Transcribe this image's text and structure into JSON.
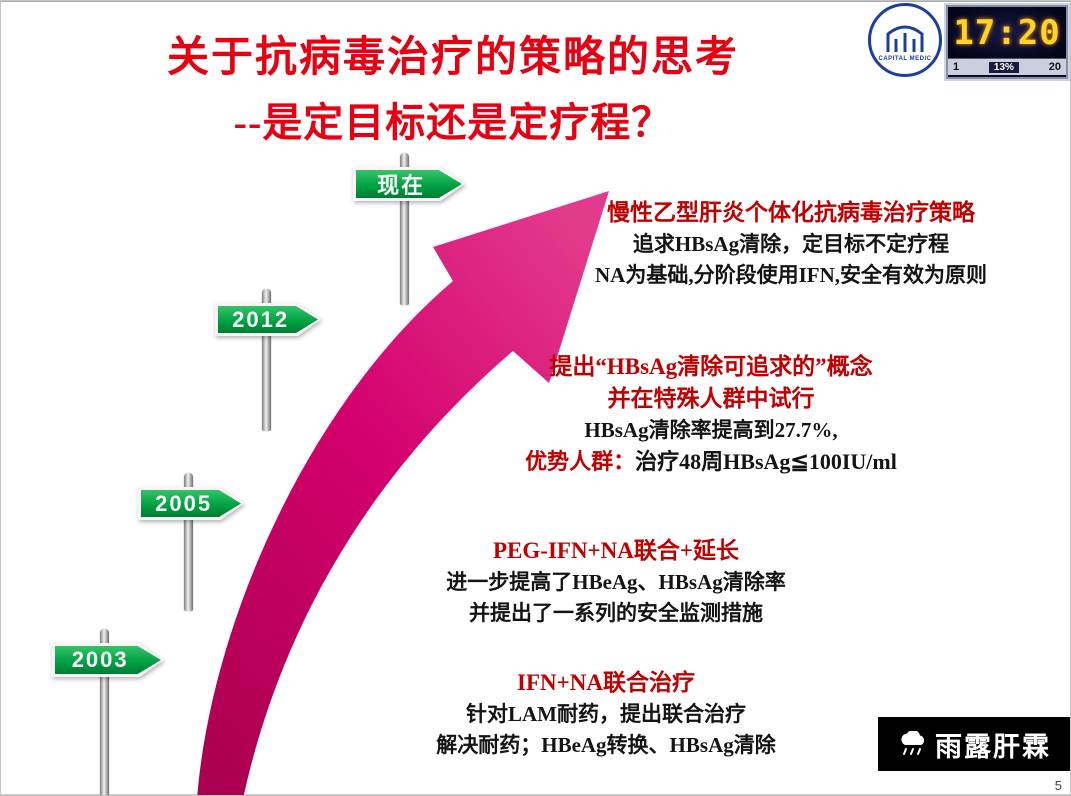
{
  "title": {
    "line1": "关于抗病毒治疗的策略的思考",
    "line2": "--是定目标还是定疗程？"
  },
  "header": {
    "clock": {
      "time": "17:20",
      "left_value": "1",
      "battery": "13%",
      "right_value": "20"
    },
    "logo_text": "CAPITAL MEDIC"
  },
  "timeline": {
    "milestones": [
      {
        "label": "现在"
      },
      {
        "label": "2012"
      },
      {
        "label": "2005"
      },
      {
        "label": "2003"
      }
    ]
  },
  "annotations": [
    {
      "heading": "慢性乙型肝炎个体化抗病毒治疗策略",
      "line1": "追求HBsAg清除，定目标不定疗程",
      "line2": "NA为基础,分阶段使用IFN,安全有效为原则"
    },
    {
      "heading": "提出“HBsAg清除可追求的”概念",
      "heading2": "并在特殊人群中试行",
      "line1": "HBsAg清除率提高到27.7%,",
      "label": "优势人群：",
      "label_value": "治疗48周HBsAg≦100IU/ml"
    },
    {
      "heading": "PEG-IFN+NA联合+延长",
      "line1": "进一步提高了HBeAg、HBsAg清除率",
      "line2": "并提出了一系列的安全监测措施"
    },
    {
      "heading": "IFN+NA联合治疗",
      "line1": "针对LAM耐药，提出联合治疗",
      "line2": "解决耐药；HBeAg转换、HBsAg清除"
    }
  ],
  "watermark": {
    "text": "雨露肝霖"
  },
  "footer": {
    "page_number": "5"
  },
  "colors": {
    "title_red": "#e60012",
    "heading_red": "#c00000",
    "sign_green": "#009a3e",
    "arrow_magenta": "#d4006e"
  }
}
